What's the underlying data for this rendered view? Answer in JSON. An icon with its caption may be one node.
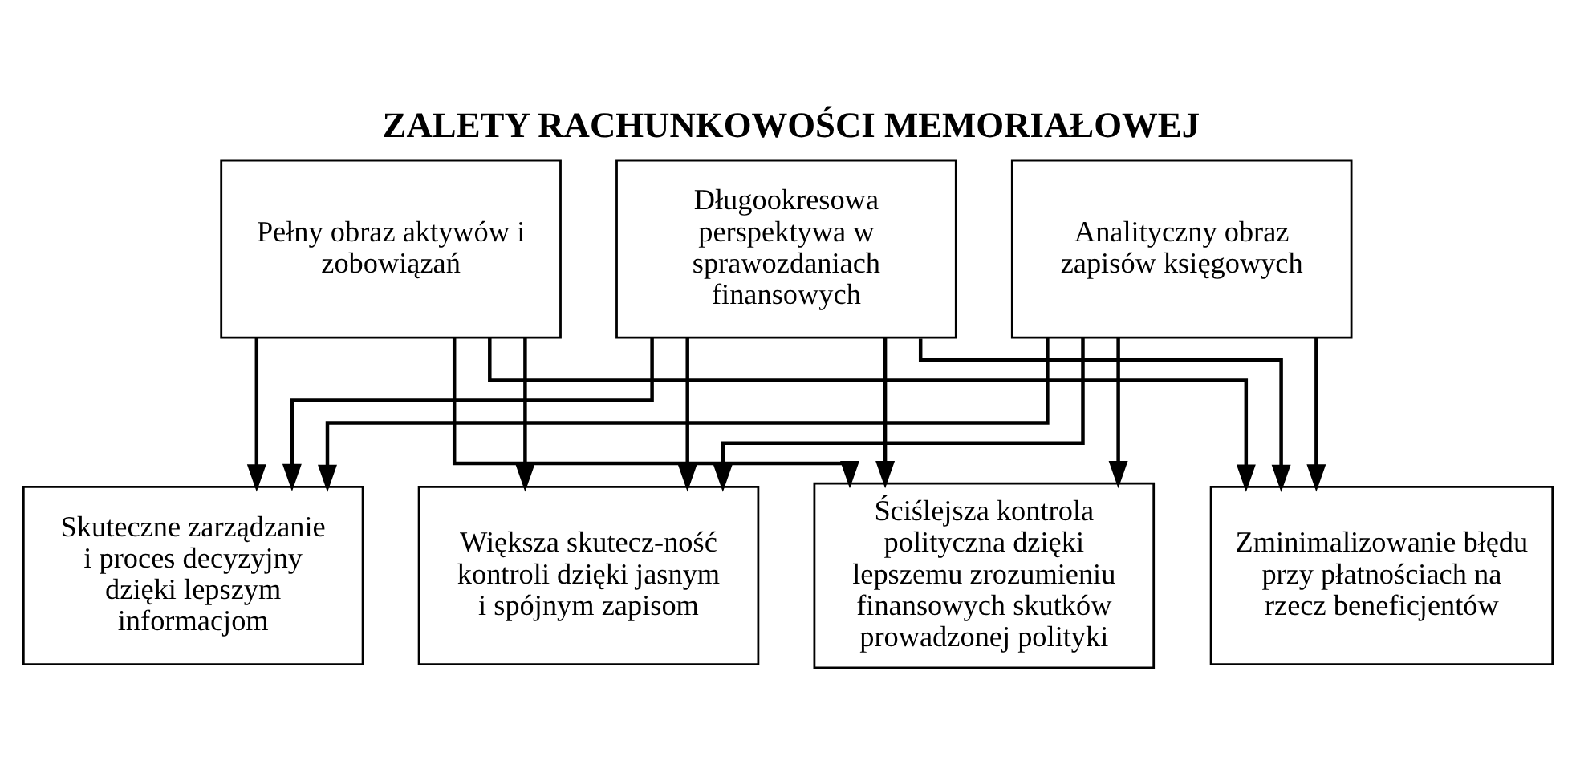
{
  "diagram": {
    "title": "ZALETY RACHUNKOWOŚCI MEMORIAŁOWEJ",
    "nodes": [
      {
        "text": [
          "Pełny obraz aktywów i zobowiązań"
        ]
      },
      {
        "text": [
          "Długookresowa perspektywa w sprawozdaniach finansowych"
        ]
      },
      {
        "text": [
          "Analityczny obraz zapisów księgowych"
        ]
      },
      {
        "text": [
          "Skuteczne zarządzanie i proces decyzyjny dzięki lepszym informacjom"
        ]
      },
      {
        "text": [
          "Większa skutecz-ność kontroli dzięki jasnym i spójnym zapisom"
        ]
      },
      {
        "text": [
          "Ściślejsza kontrola polityczna dzięki lepszemu zrozumieniu finansowych skutków prowadzonej polityki"
        ]
      },
      {
        "text": [
          "Zminimalizowanie błędu przy płatnościach na rzecz beneficjentów"
        ]
      }
    ],
    "edges": [
      {
        "from": 0,
        "to": 3,
        "arrow": "to"
      },
      {
        "from": 0,
        "to": 4,
        "arrow": "to"
      },
      {
        "from": 0,
        "to": 5,
        "arrow": "to"
      },
      {
        "from": 0,
        "to": 6,
        "arrow": "to"
      },
      {
        "from": 1,
        "to": 3,
        "arrow": "to"
      },
      {
        "from": 1,
        "to": 4,
        "arrow": "to"
      },
      {
        "from": 1,
        "to": 5,
        "arrow": "to"
      },
      {
        "from": 1,
        "to": 6,
        "arrow": "to"
      },
      {
        "from": 2,
        "to": 3,
        "arrow": "to"
      },
      {
        "from": 2,
        "to": 4,
        "arrow": "to"
      },
      {
        "from": 2,
        "to": 5,
        "arrow": "to"
      },
      {
        "from": 2,
        "to": 6,
        "arrow": "to"
      }
    ]
  }
}
